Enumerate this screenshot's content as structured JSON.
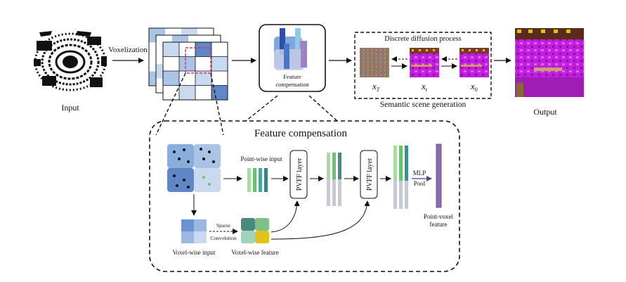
{
  "pipeline": {
    "input_label": "Input",
    "voxelization_label": "Voxelization",
    "feature_box_label_line1": "Feature",
    "feature_box_label_line2": "compensation",
    "diffusion_title": "Discrete diffusion process",
    "x_T": "x",
    "x_T_sub": "T",
    "x_t": "x",
    "x_t_sub": "t",
    "x_0": "x",
    "x_0_sub": "0",
    "semantic_label": "Semantic  scene generation",
    "output_label": "Output"
  },
  "detail": {
    "title": "Feature compensation",
    "point_wise_input": "Point-wise input",
    "pvff_layer_1": "PVFF layer",
    "pvff_layer_2": "PVFF layer",
    "mlp_line1": "MLP",
    "mlp_line2": "Pool",
    "point_voxel_line1": "Point-voxel",
    "point_voxel_line2": "feature",
    "sparse_line1": "Sparse",
    "sparse_line2": "Convolution",
    "voxel_wise_input": "Voxel-wise input",
    "voxel_wise_feature": "Voxel-wise  feature"
  },
  "colors": {
    "voxel_light": "#c9daf0",
    "voxel_mid": "#a9c4e6",
    "voxel_dark": "#5f87c6",
    "dashed_red": "#c43a6e",
    "bar_green": "#6fbf73",
    "bar_teal": "#3e8f8b",
    "bar_gray": "#c5cbd3",
    "feature_purple": "#8a6bb0",
    "scene_magenta": "#c21ee0",
    "noise_bg": "#9a7a5a",
    "yellow": "#e2c21a"
  }
}
